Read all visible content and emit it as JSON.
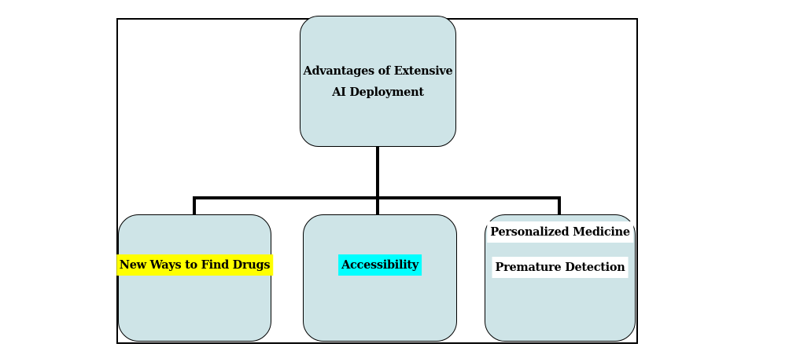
{
  "colors": {
    "node_fill": "#cee4e7",
    "node_border": "#000000",
    "connector": "#000000",
    "frame_border": "#000000",
    "text": "#000000",
    "highlight_yellow": "#ffff00",
    "highlight_cyan": "#00ffff",
    "highlight_white": "#ffffff"
  },
  "root_node": {
    "line1": "Advantages of Extensive",
    "line2": "AI Deployment"
  },
  "child_nodes": {
    "drugs": {
      "label": "New Ways to Find Drugs",
      "highlight": "#ffff00"
    },
    "accessibility": {
      "label": "Accessibility",
      "highlight": "#00ffff"
    },
    "medicine": {
      "label_top": "Personalized Medicine",
      "label_bottom": "Premature Detection",
      "highlight": "#ffffff"
    }
  }
}
